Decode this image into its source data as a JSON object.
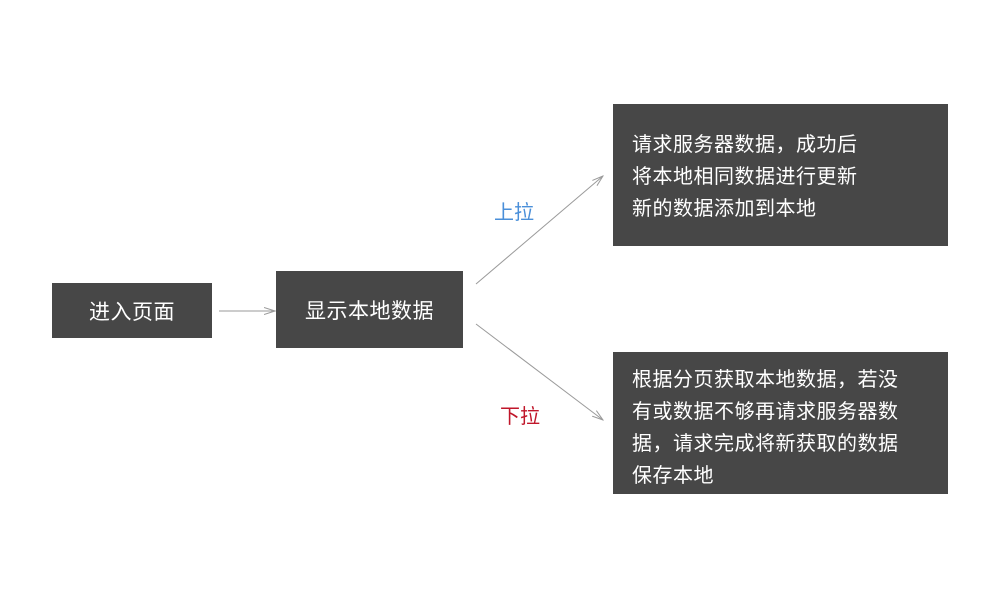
{
  "nodes": {
    "enter_page": {
      "label": "进入页面"
    },
    "show_local": {
      "label": "显示本地数据"
    },
    "pull_up_action": {
      "lines": [
        "请求服务器数据，成功后",
        "将本地相同数据进行更新",
        "新的数据添加到本地"
      ]
    },
    "pull_down_action": {
      "lines": [
        "根据分页获取本地数据，若没",
        "有或数据不够再请求服务器数",
        "据，请求完成将新获取的数据",
        "保存本地"
      ]
    }
  },
  "edges": {
    "pull_up": {
      "label": "上拉",
      "color": "#4a8fd9"
    },
    "pull_down": {
      "label": "下拉",
      "color": "#c0162a"
    }
  },
  "colors": {
    "node_fill": "#474747",
    "node_text": "#ffffff",
    "arrow": "#9a9a9a"
  }
}
